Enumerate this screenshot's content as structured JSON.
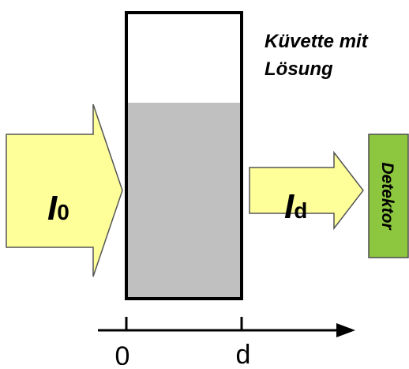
{
  "cuvette_label": {
    "line1": "Küvette mit",
    "line2": "Lösung"
  },
  "incident_beam": {
    "symbol": "I",
    "subscript": "0"
  },
  "transmitted_beam": {
    "symbol": "I",
    "subscript": "d"
  },
  "detector": {
    "label": "Detektor"
  },
  "axis": {
    "tick_start": "0",
    "tick_end": "d"
  },
  "colors": {
    "beam_fill": "#ffff99",
    "beam_stroke": "#555555",
    "solution_fill": "#c0c0c0",
    "detector_fill": "#8dc63f",
    "outline": "#000000"
  }
}
